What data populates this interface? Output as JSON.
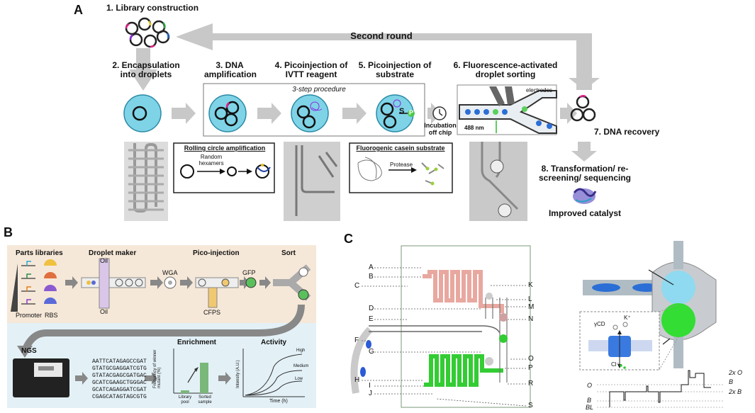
{
  "panelA": {
    "letter": "A",
    "step1": "1. Library construction",
    "second_round": "Second round",
    "step2": "2. Encapsulation into droplets",
    "step3": "3. DNA amplification",
    "step4": "4. Picoinjection of IVTT reagent",
    "step5": "5. Picoinjection of substrate",
    "step6": "6. Fluorescence-activated droplet sorting",
    "three_step": "3-step procedure",
    "incubation": "Incubation off chip",
    "electrodes": "electrodes",
    "laser": "488 nm",
    "step7": "7. DNA recovery",
    "step8": "8. Transformation/ re-screening/ sequencing",
    "improved": "Improved catalyst",
    "rca_title": "Rolling circle amplification",
    "rca_random": "Random hexamers",
    "fcs_title": "Fluorogenic casein substrate",
    "fcs_protease": "Protease",
    "s_label": "S",
    "p_label": "P"
  },
  "panelB": {
    "letter": "B",
    "parts": "Parts libraries",
    "droplet_maker": "Droplet maker",
    "pico": "Pico-injection",
    "sort": "Sort",
    "oil_top": "Oil",
    "oil_bottom": "Oil",
    "wga": "WGA",
    "gfp": "GFP",
    "cfps": "CFPS",
    "promoter": "Promoter",
    "rbs": "RBS",
    "ngs": "NGS",
    "enrichment": "Enrichment",
    "activity": "Activity",
    "sequences": [
      "AATTCATAGAGCCGAT",
      "GTATGCGAGGATCGTG",
      "GTATACGAGCGATGAC",
      "GCATCGAAGCTGGGAC",
      "GCATCAGAGGATCGAT",
      "CGAGCATAGTAGCGTG"
    ],
    "enr_ylabel": "Frequency of winner mutant (%)",
    "enr_x1": "Library pool",
    "enr_x2": "Sorted sample",
    "act_ylabel": "Intensity (A.U.)",
    "act_xlabel": "Time (h)",
    "high": "High",
    "medium": "Medium",
    "low": "Low"
  },
  "panelC": {
    "letter": "C",
    "left_labels": [
      "A",
      "B",
      "C",
      "D",
      "E",
      "F",
      "G",
      "H",
      "I",
      "J"
    ],
    "right_labels": [
      "K",
      "L",
      "M",
      "N",
      "O",
      "P",
      "R",
      "S"
    ],
    "ycd": "γCD",
    "kplus": "K⁺",
    "cl": "Cl⁻",
    "trace_labels": [
      "2x O",
      "B",
      "2x B",
      "O",
      "B",
      "BL"
    ]
  },
  "colors": {
    "droplet_fill": "#7fd3e6",
    "arrow_gray": "#c8c8c8",
    "pink_channel": "#e8a8a0",
    "green_channel": "#33cc33",
    "panelB_bg_top": "#f6e8d8",
    "panelB_bg_bottom": "#e3f1f7"
  }
}
